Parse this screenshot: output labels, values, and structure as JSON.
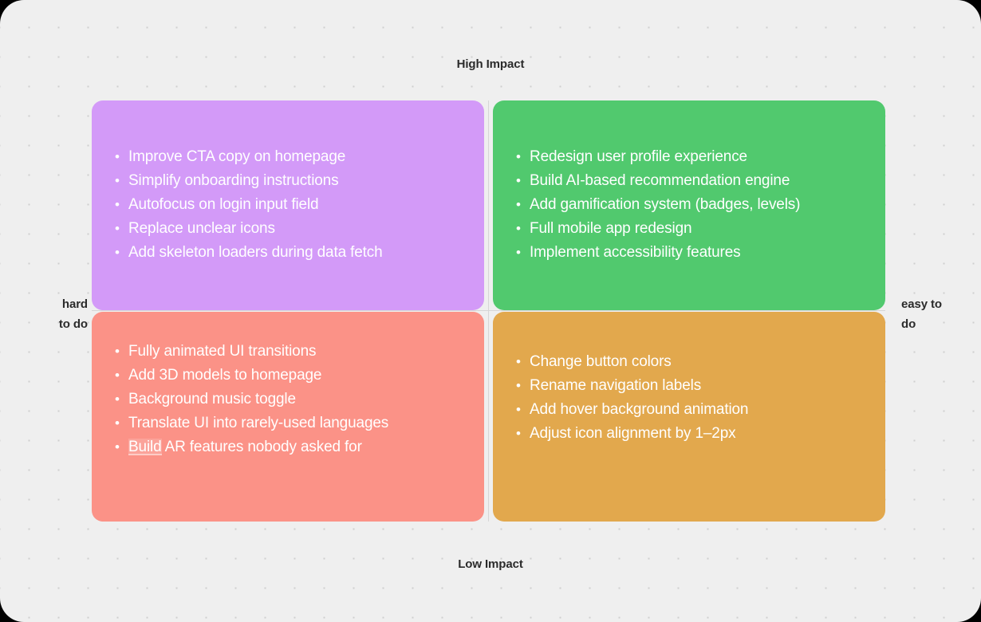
{
  "axes": {
    "top_label": "High Impact",
    "bottom_label": "Low Impact",
    "left_label_line1": "hard",
    "left_label_line2": "to do",
    "right_label_line1": "easy to",
    "right_label_line2": "do"
  },
  "colors": {
    "background": "#efefef",
    "dot": "#cfcfcf",
    "divider": "#d6d6d6",
    "quadrant_top_left": "#d39af8",
    "quadrant_top_right": "#51c96e",
    "quadrant_bottom_left": "#fb9287",
    "quadrant_bottom_right": "#e2a84d",
    "item_text": "#ffffff",
    "axis_text": "#2b2b2b"
  },
  "quadrants": {
    "top_left": {
      "name": "hard-to-do-high-impact",
      "color": "#d39af8",
      "items": [
        "Improve CTA copy on homepage",
        "Simplify onboarding instructions",
        "Autofocus on login input field",
        "Replace unclear icons",
        "Add skeleton loaders during data fetch"
      ]
    },
    "top_right": {
      "name": "easy-to-do-high-impact",
      "color": "#51c96e",
      "items": [
        "Redesign user profile experience",
        "Build AI-based recommendation engine",
        "Add gamification system (badges, levels)",
        "Full mobile app redesign",
        "Implement accessibility features"
      ]
    },
    "bottom_left": {
      "name": "hard-to-do-low-impact",
      "color": "#fb9287",
      "items": [
        "Fully animated UI transitions",
        "Add 3D models to homepage",
        "Background music toggle",
        "Translate UI into rarely-used languages"
      ],
      "last_item_selected_word": "Build",
      "last_item_rest": " AR features nobody asked for"
    },
    "bottom_right": {
      "name": "easy-to-do-low-impact",
      "color": "#e2a84d",
      "items": [
        "Change button colors",
        "Rename navigation labels",
        "Add hover background animation",
        "Adjust icon alignment by 1–2px"
      ]
    }
  }
}
